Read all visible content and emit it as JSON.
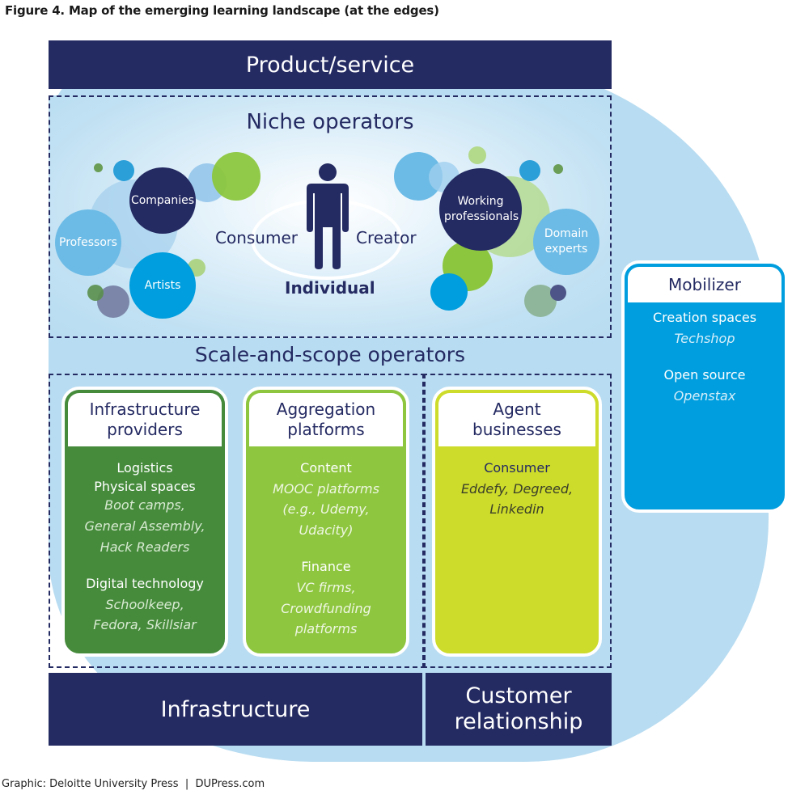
{
  "figure_title": "Figure 4. Map of the emerging learning landscape (at the edges)",
  "credit": "Graphic: Deloitte University Press  |  DUPress.com",
  "colors": {
    "navy": "#242a62",
    "light_blue_bg": "#b8dcf1",
    "infrastructure_green": "#468b3c",
    "aggregation_green": "#8ec63f",
    "agent_yellow_green": "#cddb2a",
    "mobilizer_blue": "#009ede"
  },
  "top_bar": {
    "label": "Product/service"
  },
  "niche": {
    "heading": "Niche operators",
    "individual": {
      "label": "Individual",
      "left_role": "Consumer",
      "right_role": "Creator",
      "icon": "person-icon"
    },
    "left_groups": [
      "Companies",
      "Professors",
      "Artists"
    ],
    "right_groups": [
      "Working professionals",
      "Domain experts"
    ]
  },
  "scale": {
    "heading": "Scale-and-scope operators",
    "cards": [
      {
        "title": "Infrastructure providers",
        "sections": [
          {
            "heading": "Logistics",
            "items": ""
          },
          {
            "heading": "Physical spaces",
            "items": "Boot camps, General Assembly, Hack Readers"
          },
          {
            "heading": "Digital technology",
            "items": "Schoolkeep, Fedora, Skillsiar"
          }
        ]
      },
      {
        "title": "Aggregation platforms",
        "sections": [
          {
            "heading": "Content",
            "items": "MOOC platforms (e.g., Udemy, Udacity)"
          },
          {
            "heading": "Finance",
            "items": "VC firms, Crowdfunding platforms"
          }
        ]
      },
      {
        "title": "Agent businesses",
        "sections": [
          {
            "heading": "Consumer",
            "items": "Eddefy, Degreed, Linkedin"
          }
        ]
      }
    ]
  },
  "mobilizer": {
    "title": "Mobilizer",
    "sections": [
      {
        "heading": "Creation spaces",
        "items": "Techshop"
      },
      {
        "heading": "Open source",
        "items": "Openstax"
      }
    ]
  },
  "bottom": {
    "infrastructure": "Infrastructure",
    "customer_relationship": "Customer relationship"
  }
}
